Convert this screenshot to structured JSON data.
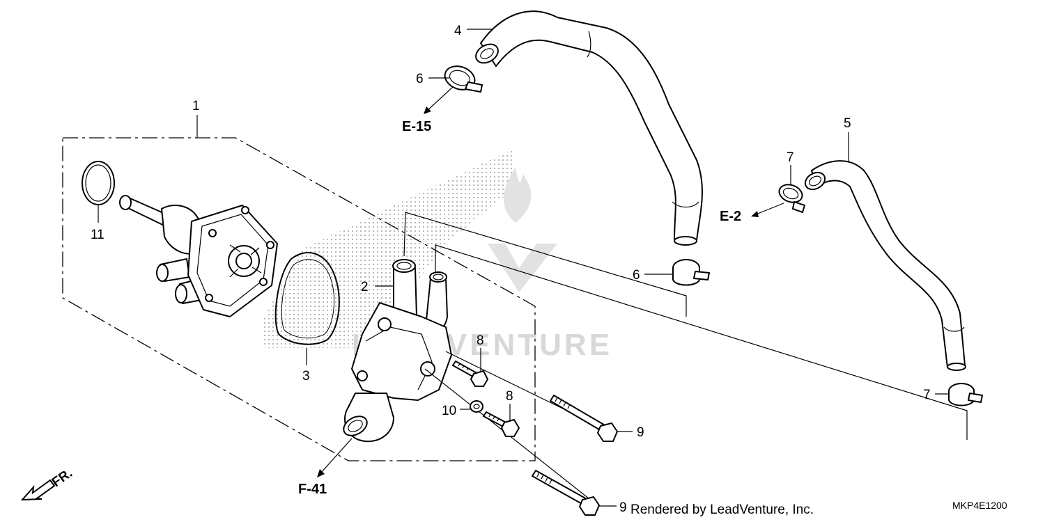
{
  "callouts": {
    "c1": "1",
    "c2": "2",
    "c3": "3",
    "c4": "4",
    "c5": "5",
    "c6a": "6",
    "c6b": "6",
    "c7a": "7",
    "c7b": "7",
    "c8a": "8",
    "c8b": "8",
    "c9a": "9",
    "c9b": "9",
    "c10": "10",
    "c11": "11"
  },
  "references": {
    "e15": "E-15",
    "e2": "E-2",
    "f41": "F-41"
  },
  "direction_label": "FR.",
  "watermark": "LEADVENTURE",
  "footer": {
    "credit": "Rendered by LeadVenture, Inc.",
    "diagram_code": "MKP4E1200"
  }
}
